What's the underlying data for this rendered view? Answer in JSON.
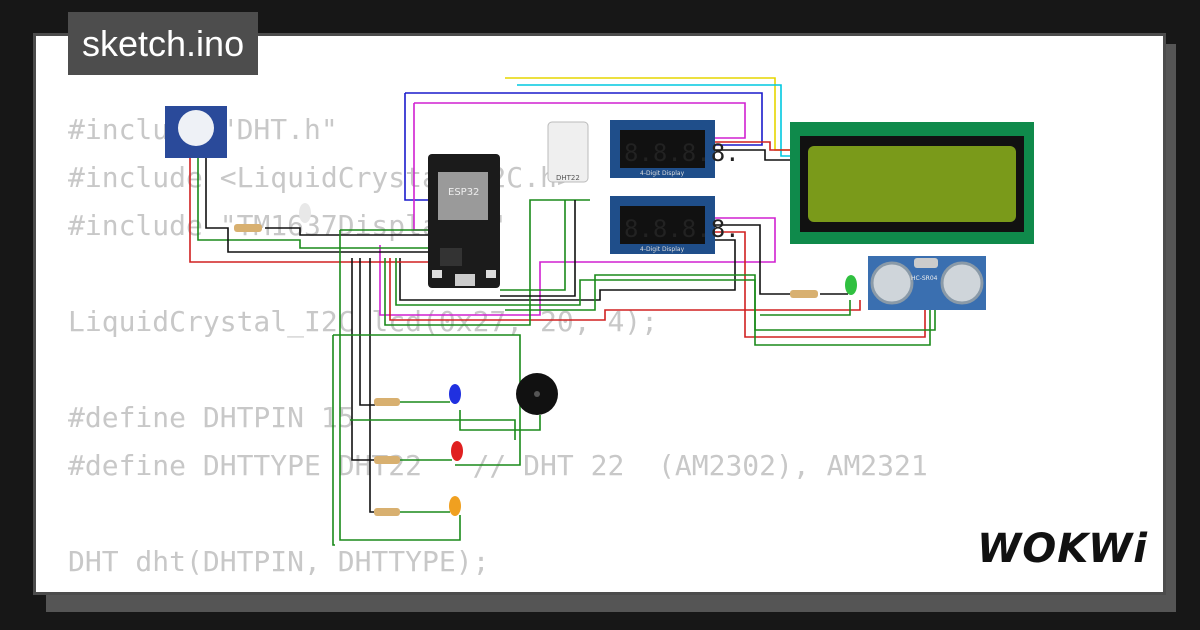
{
  "tab": {
    "title": "sketch.ino"
  },
  "code_lines": [
    "#include \"DHT.h\"",
    "#include <LiquidCrystal_I2C.h>",
    "#include \"TM1637Display.h\"",
    "",
    "LiquidCrystal_I2C lcd(0x27, 20, 4);",
    "",
    "#define DHTPIN 15",
    "#define DHTTYPE DHT22   // DHT 22  (AM2302), AM2321",
    "",
    "DHT dht(DHTPIN, DHTTYPE);"
  ],
  "components": {
    "mcu_label": "ESP32",
    "dht_label": "DHT22",
    "display_1_label": "4-Digit Display",
    "display_2_label": "4-Digit Display",
    "display_1_digits": "8.8.8.8.",
    "display_2_digits": "8.8.8.8.",
    "sonar_label": "HC-SR04"
  },
  "brand": {
    "logo_text": "WOKWi"
  },
  "colors": {
    "lcd_board": "#0f8a4b",
    "lcd_screen": "#7a9a1a",
    "display_board": "#1f4e8a",
    "sonar_board": "#3a6fb0",
    "led_blue": "#2030e0",
    "led_red": "#e02020",
    "led_orange": "#f0a020",
    "led_green": "#30c040"
  }
}
